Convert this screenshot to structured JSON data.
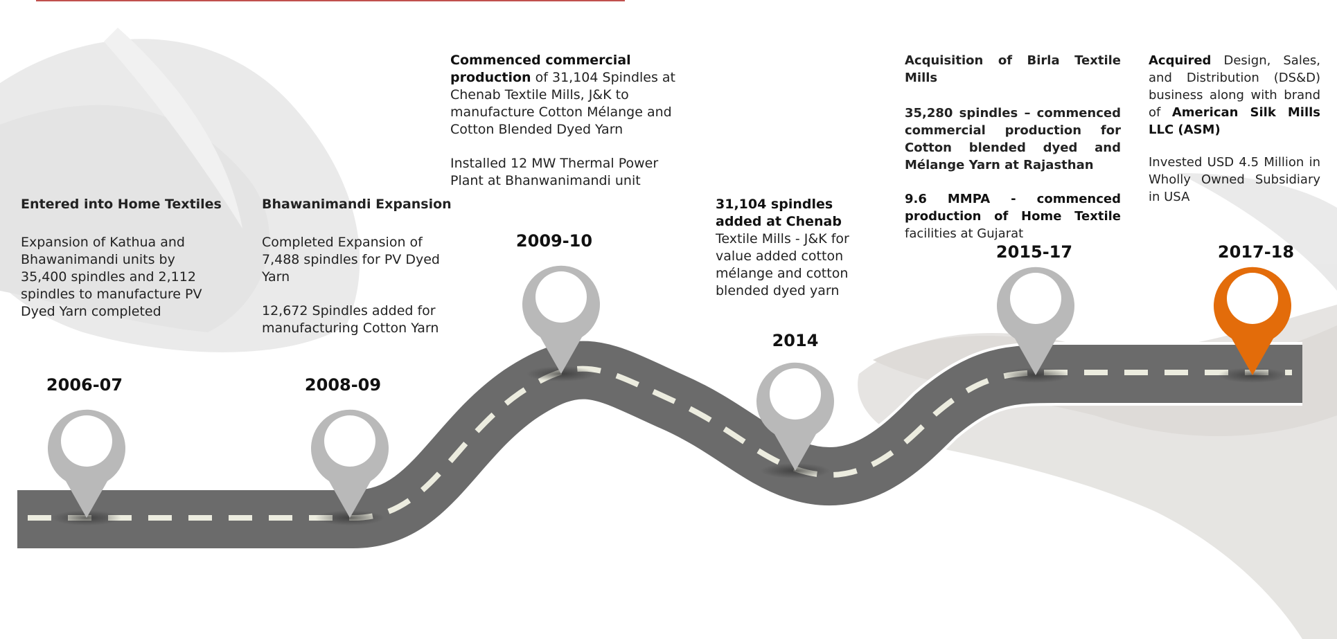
{
  "colors": {
    "road": "#6b6b6b",
    "dash": "#ececdf",
    "pin": "#b9b9b9",
    "pin_highlight": "#e36c0a",
    "accent_line": "#c0504d"
  },
  "milestones": [
    {
      "year": "2006-07",
      "heading": "Entered into Home Textiles",
      "body": "Expansion of Kathua and Bhawanimandi units by 35,400 spindles and 2,112 spindles to manufacture PV Dyed Yarn completed"
    },
    {
      "year": "2008-09",
      "heading": "Bhawanimandi Expansion",
      "body1": "Completed Expansion of 7,488 spindles for PV Dyed Yarn",
      "body2": "12,672 Spindles added for manufacturing Cotton Yarn"
    },
    {
      "year": "2009-10",
      "bold_lead": "Commenced commercial production",
      "body1_rest": " of 31,104 Spindles at Chenab Textile Mills, J&K to manufacture Cotton Mélange and Cotton Blended Dyed Yarn",
      "body2": "Installed 12 MW Thermal Power Plant at Bhanwanimandi unit"
    },
    {
      "year": "2014",
      "bold_lead": "31,104 spindles added at Chenab",
      "body_rest": " Textile Mills - J&K for  value added cotton mélange and cotton blended dyed yarn"
    },
    {
      "year": "2015-17",
      "heading": "Acquisition of Birla Textile Mills",
      "bold_para": "35,280 spindles – commenced commercial production for Cotton blended dyed and Mélange Yarn  at Rajasthan",
      "bold_lead2": "9.6 MMPA - commenced production of Home Textile",
      "body_rest2": " facilities at Gujarat"
    },
    {
      "year": "2017-18",
      "bold_lead": "Acquired",
      "mid1": " Design, Sales, and Distribution (DS&D) business along with brand of ",
      "bold_mid": "American Silk Mills LLC (ASM)",
      "body2": "Invested USD 4.5 Million in Wholly Owned Subsidiary in USA"
    }
  ]
}
